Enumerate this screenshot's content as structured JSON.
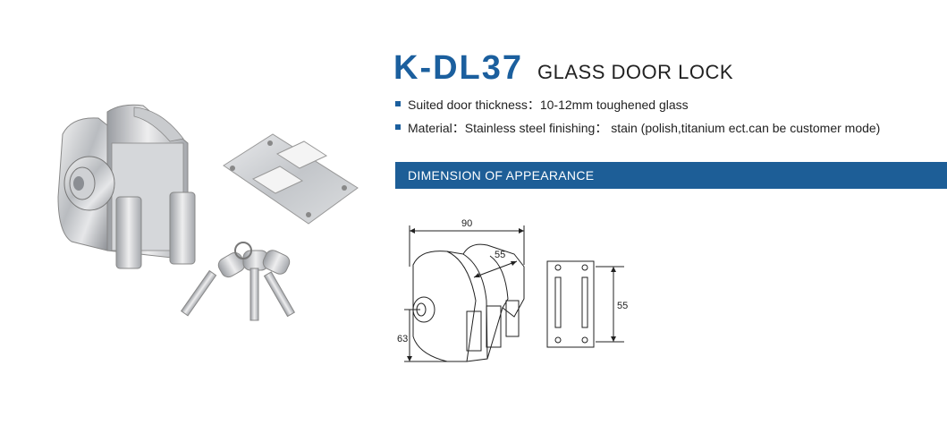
{
  "product": {
    "model": "K-DL37",
    "name": "GLASS DOOR LOCK"
  },
  "specs": [
    {
      "label": "Suited door thickness：",
      "value": "10-12mm toughened glass"
    },
    {
      "label": "Material：",
      "value": "Stainless steel finishing：  stain (polish,titanium ect.can be customer mode)"
    }
  ],
  "banner": {
    "title": "DIMENSION OF APPEARANCE"
  },
  "dimensions": {
    "width": "90",
    "depth": "55",
    "height": "63",
    "plate_height": "55"
  },
  "colors": {
    "accent": "#1b5f9e",
    "banner": "#1d5e97"
  }
}
